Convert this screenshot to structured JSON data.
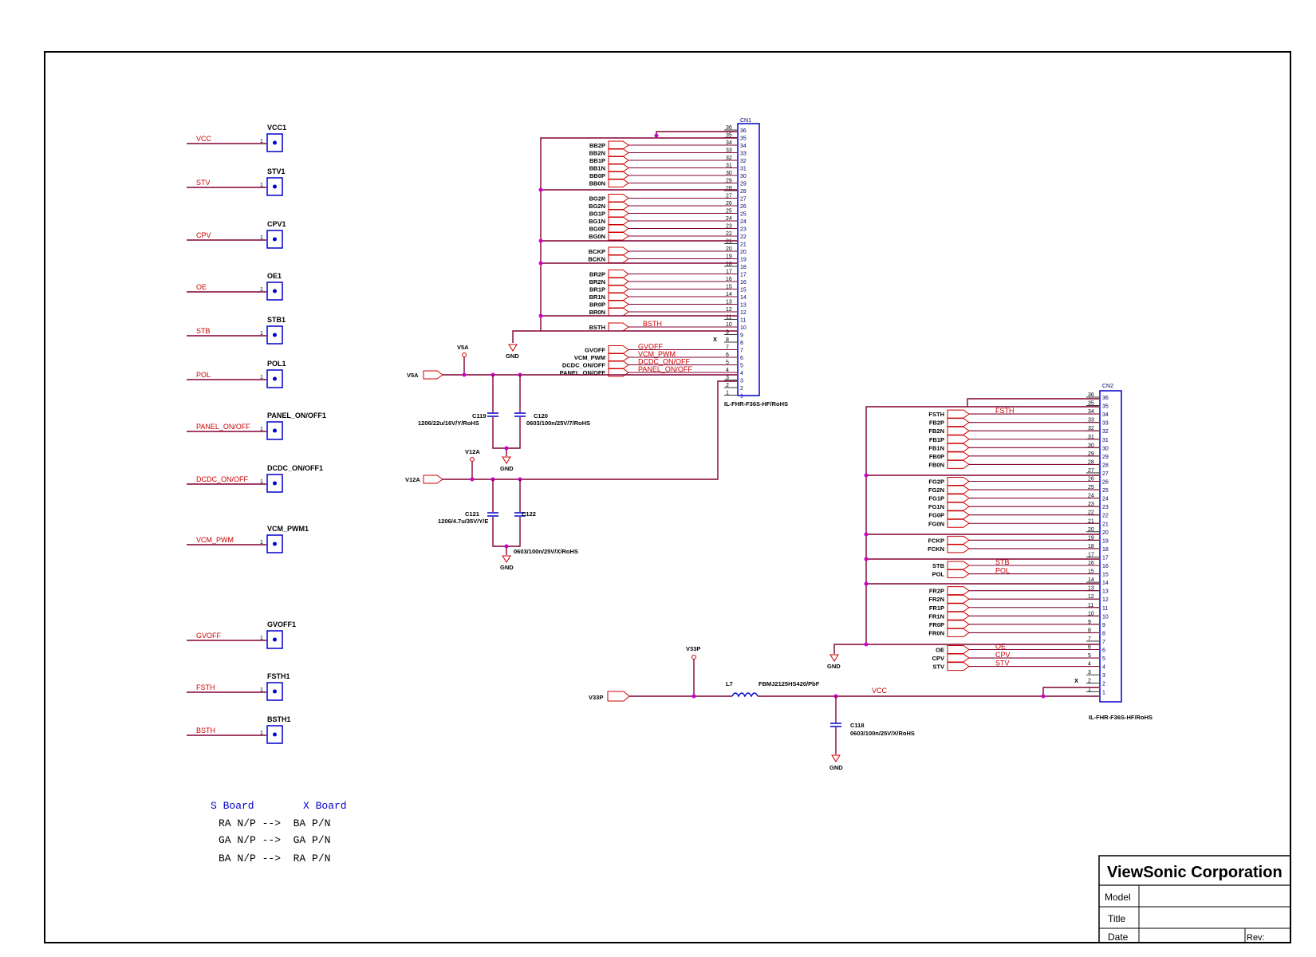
{
  "title_block": {
    "company": "ViewSonic Corporation",
    "model_label": "Model",
    "title_label": "Title",
    "date_label": "Date",
    "rev_label": "Rev:"
  },
  "test_points": [
    {
      "net": "VCC",
      "ref": "VCC1"
    },
    {
      "net": "STV",
      "ref": "STV1"
    },
    {
      "net": "CPV",
      "ref": "CPV1"
    },
    {
      "net": "OE",
      "ref": "OE1"
    },
    {
      "net": "STB",
      "ref": "STB1"
    },
    {
      "net": "POL",
      "ref": "POL1"
    },
    {
      "net": "PANEL_ON/OFF",
      "ref": "PANEL_ON/OFF1"
    },
    {
      "net": "DCDC_ON/OFF",
      "ref": "DCDC_ON/OFF1"
    },
    {
      "net": "VCM_PWM",
      "ref": "VCM_PWM1"
    },
    {
      "net": "GVOFF",
      "ref": "GVOFF1"
    },
    {
      "net": "FSTH",
      "ref": "FSTH1"
    },
    {
      "net": "BSTH",
      "ref": "BSTH1"
    }
  ],
  "pin_one": "1",
  "board_note": {
    "col1": "S Board",
    "col2": "X Board",
    "rows": [
      "RA N/P -->  BA P/N",
      "GA N/P -->  GA P/N",
      "BA N/P -->  RA P/N"
    ]
  },
  "cn1": {
    "ref": "CN1",
    "part": "IL-FHR-F36S-HF/RoHS",
    "signals": [
      "BB2P",
      "BB2N",
      "BB1P",
      "BB1N",
      "BB0P",
      "BB0N",
      "BG2P",
      "BG2N",
      "BG1P",
      "BG1N",
      "BG0P",
      "BG0N",
      "BCKP",
      "BCKN",
      "BR2P",
      "BR2N",
      "BR1P",
      "BR1N",
      "BR0P",
      "BR0N",
      "BSTH",
      "GVOFF",
      "VCM_PWM",
      "DCDC_ON/OFF",
      "PANEL_ON/OFF"
    ],
    "net_labels": [
      "BSTH",
      "GVOFF",
      "VCM_PWM",
      "DCDC_ON/OFF",
      "PANEL_ON/OFF"
    ]
  },
  "cn2": {
    "ref": "CN2",
    "part": "IL-FHR-F36S-HF/RoHS",
    "signals": [
      "FSTH",
      "FB2P",
      "FB2N",
      "FB1P",
      "FB1N",
      "FB0P",
      "FB0N",
      "FG2P",
      "FG2N",
      "FG1P",
      "FG1N",
      "FG0P",
      "FG0N",
      "FCKP",
      "FCKN",
      "STB",
      "POL",
      "FR2P",
      "FR2N",
      "FR1P",
      "FR1N",
      "FR0P",
      "FR0N",
      "OE",
      "CPV",
      "STV"
    ],
    "net_labels": [
      "FSTH",
      "STB",
      "POL",
      "OE",
      "CPV",
      "STV"
    ]
  },
  "power": {
    "v5a": "V5A",
    "v12a": "V12A",
    "v33p": "V33P",
    "vcc": "VCC",
    "gnd": "GND",
    "no_connect": "X"
  },
  "components": {
    "c119": {
      "ref": "C119",
      "value": "1206/22u/16V/Y/RoHS"
    },
    "c120": {
      "ref": "C120",
      "value": "0603/100n/25V/7/RoHS"
    },
    "c121": {
      "ref": "C121",
      "value": "1206/4.7u/35V/Y/E"
    },
    "c122": {
      "ref": "C122",
      "value": "0603/100n/25V/X/RoHS"
    },
    "c118": {
      "ref": "C118",
      "value": "0603/100n/25V/X/RoHS"
    },
    "l7": {
      "ref": "L7",
      "value": "FBMJ2125HS420/PbF"
    }
  },
  "colors": {
    "wire": "#800033",
    "net": "#cc0000",
    "connector": "#0000cc",
    "junction": "#cc00cc"
  }
}
